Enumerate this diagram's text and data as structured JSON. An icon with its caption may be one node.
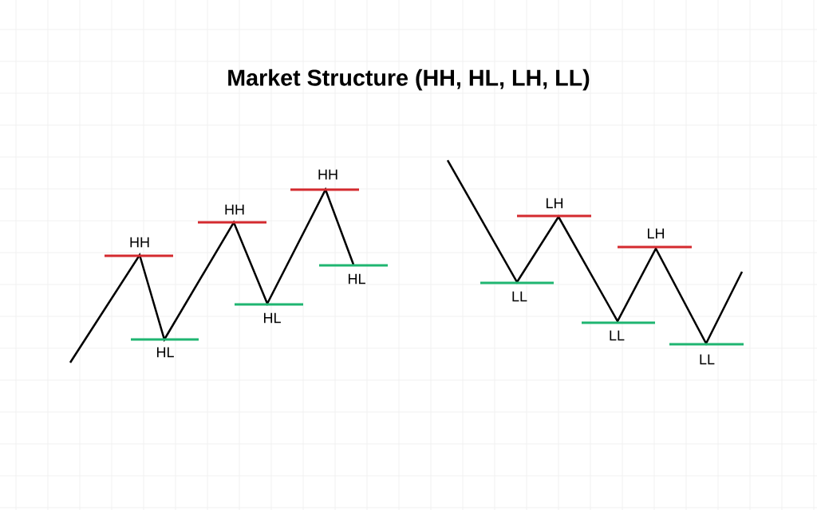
{
  "diagram": {
    "title": "Market Structure (HH, HL, LH, LL)",
    "labels": [
      "HH",
      "HL",
      "HH",
      "HL",
      "HH",
      "HL",
      "LL",
      "LH",
      "LL",
      "LH",
      "LL"
    ]
  }
}
